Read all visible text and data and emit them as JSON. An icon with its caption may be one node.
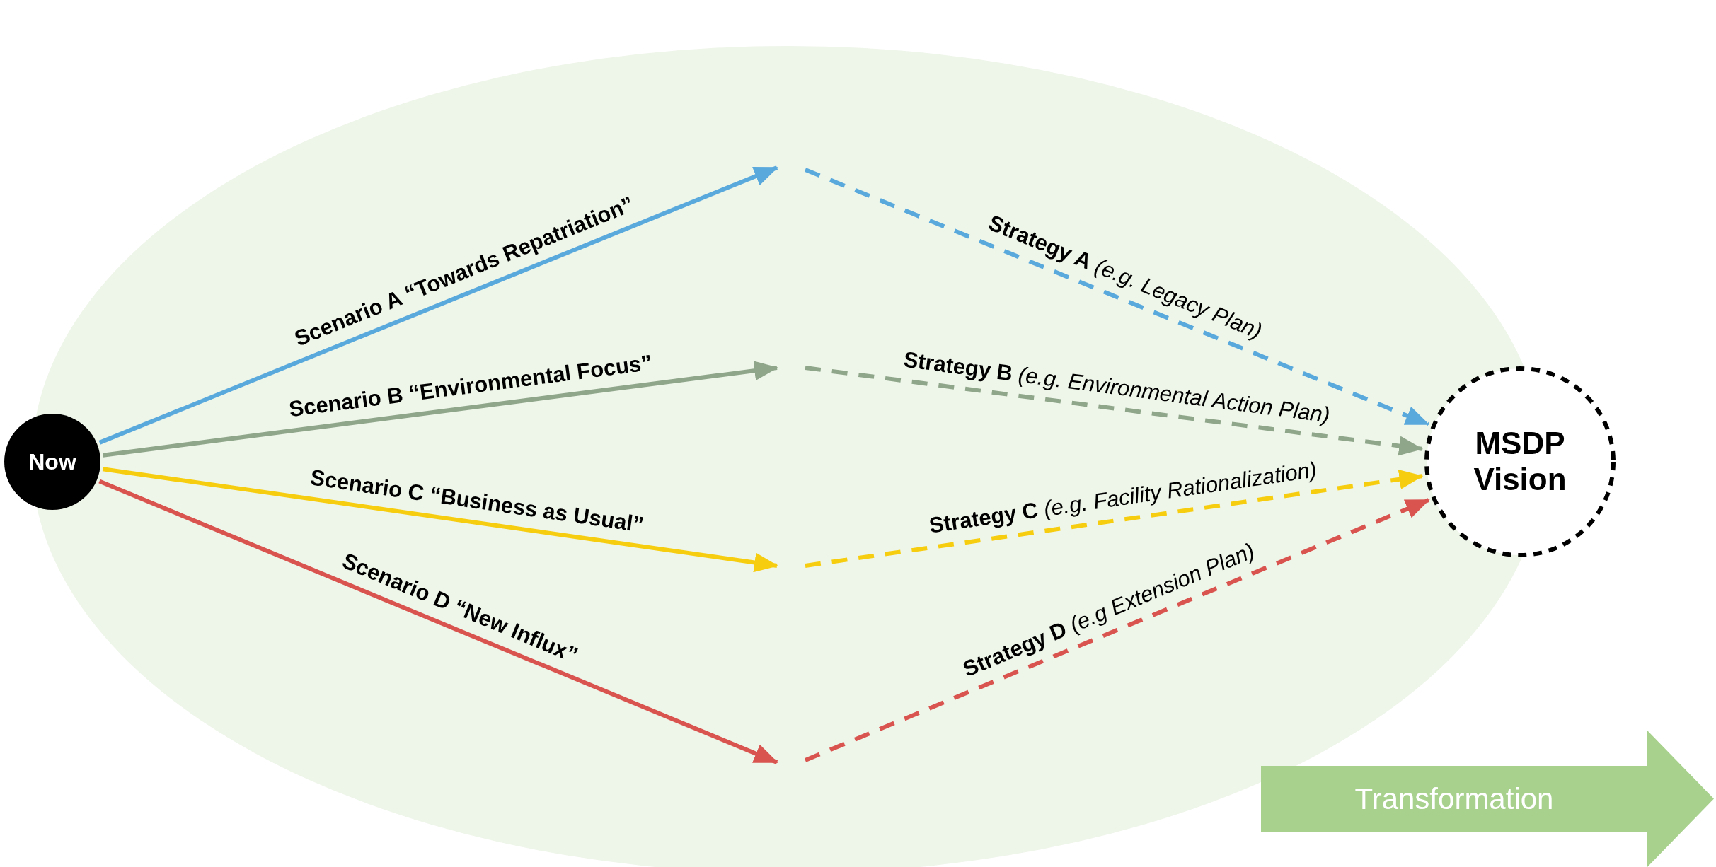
{
  "diagram": {
    "nodes": [
      {
        "text": [
          "Now"
        ]
      },
      {
        "text": [
          "MSDP Vision"
        ]
      },
      {
        "text": [
          "Transformation"
        ]
      }
    ],
    "edges": [
      {
        "from": 0,
        "to": null,
        "arrow": "to",
        "label": "Scenario A “Towards Repatriation”",
        "color": "#5aa9dd"
      },
      {
        "from": 0,
        "to": null,
        "arrow": "to",
        "label": "Scenario B “Environmental Focus”",
        "color": "#8fa68a"
      },
      {
        "from": 0,
        "to": null,
        "arrow": "to",
        "label": "Scenario C “Business as Usual”",
        "color": "#f7cd0f"
      },
      {
        "from": 0,
        "to": null,
        "arrow": "to",
        "label": "Scenario D “New Influx”",
        "color": "#d9534f"
      },
      {
        "from": null,
        "to": 1,
        "arrow": "to",
        "label": "**Strategy A** *(e.g. Legacy Plan)*",
        "style": "dashed",
        "color": "#5aa9dd"
      },
      {
        "from": null,
        "to": 1,
        "arrow": "to",
        "label": "**Strategy B** *(e.g. Environmental Action Plan)*",
        "style": "dashed",
        "color": "#8fa68a"
      },
      {
        "from": null,
        "to": 1,
        "arrow": "to",
        "label": "**Strategy C** *(e.g. Facility Rationalization)*",
        "style": "dashed",
        "color": "#f7cd0f"
      },
      {
        "from": null,
        "to": 1,
        "arrow": "to",
        "label": "**Strategy D** *(e.g Extension Plan)*",
        "style": "dashed",
        "color": "#d9534f"
      }
    ]
  }
}
